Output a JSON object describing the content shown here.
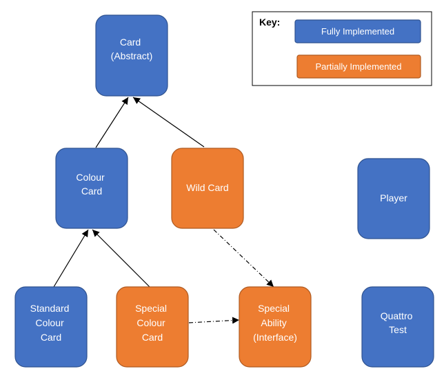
{
  "colors": {
    "fully_implemented": "#4472c4",
    "partially_implemented": "#ed7d31",
    "border_fully": "#2f528f",
    "border_partially": "#ae5a21",
    "edge": "#000000"
  },
  "key": {
    "title": "Key:",
    "fully_label": "Fully Implemented",
    "partially_label": "Partially Implemented"
  },
  "nodes": {
    "card": {
      "lines": [
        "Card",
        "(Abstract)"
      ],
      "status": "fully"
    },
    "colour_card": {
      "lines": [
        "Colour",
        "Card"
      ],
      "status": "fully"
    },
    "wild_card": {
      "lines": [
        "Wild Card"
      ],
      "status": "partially"
    },
    "standard_colour_card": {
      "lines": [
        "Standard",
        "Colour",
        "Card"
      ],
      "status": "fully"
    },
    "special_colour_card": {
      "lines": [
        "Special",
        "Colour",
        "Card"
      ],
      "status": "partially"
    },
    "special_ability": {
      "lines": [
        "Special",
        "Ability",
        "(Interface)"
      ],
      "status": "partially"
    },
    "player": {
      "lines": [
        "Player"
      ],
      "status": "fully"
    },
    "quattro_test": {
      "lines": [
        "Quattro",
        "Test"
      ],
      "status": "fully"
    }
  },
  "edges": [
    {
      "from": "colour_card",
      "to": "card",
      "style": "solid"
    },
    {
      "from": "wild_card",
      "to": "card",
      "style": "solid"
    },
    {
      "from": "standard_colour_card",
      "to": "colour_card",
      "style": "solid"
    },
    {
      "from": "special_colour_card",
      "to": "colour_card",
      "style": "solid"
    },
    {
      "from": "wild_card",
      "to": "special_ability",
      "style": "dashdot"
    },
    {
      "from": "special_colour_card",
      "to": "special_ability",
      "style": "dashdot"
    }
  ]
}
